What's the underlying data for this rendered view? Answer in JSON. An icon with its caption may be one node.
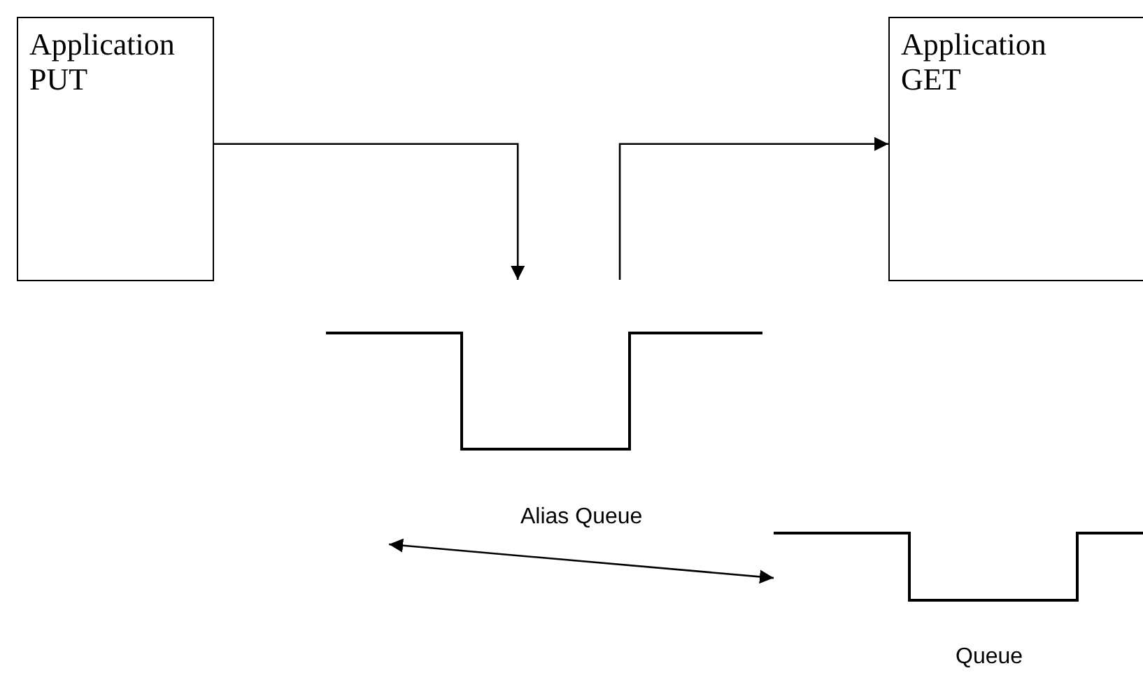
{
  "diagram": {
    "nodes": [
      {
        "text": [
          "Application PUT"
        ]
      },
      {
        "text": [
          "Application GET"
        ]
      },
      {
        "text": [
          "Alias Queue"
        ]
      },
      {
        "text": [
          "Queue"
        ]
      }
    ],
    "edges": [
      {
        "from": 0,
        "to": 2,
        "arrow": "to"
      },
      {
        "from": 2,
        "to": 1,
        "arrow": "to"
      },
      {
        "from": 2,
        "to": 3,
        "arrow": "both"
      }
    ]
  }
}
